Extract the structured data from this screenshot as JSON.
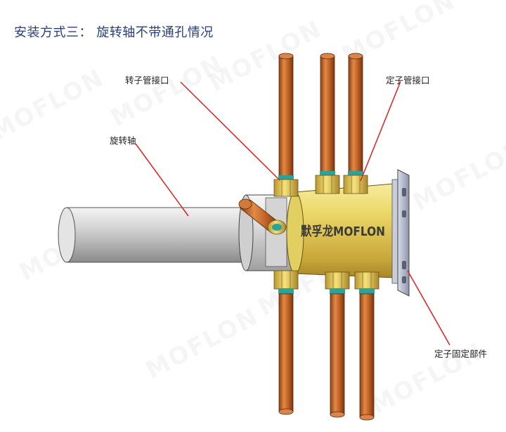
{
  "title": "安装方式三： 旋转轴不带通孔情况",
  "callouts": {
    "rotor_port": "转子管接口",
    "stator_port": "定子管接口",
    "shaft": "旋转轴",
    "stator_bracket": "定子固定部件"
  },
  "product_label": "默孚龙MOFLON",
  "watermark": "MOFLON",
  "colors": {
    "title": "#2a3f7a",
    "leader": "#e02020",
    "copper": "#c8672a",
    "brass": "#e8d36a",
    "fitting_ring": "#2aa39a"
  }
}
